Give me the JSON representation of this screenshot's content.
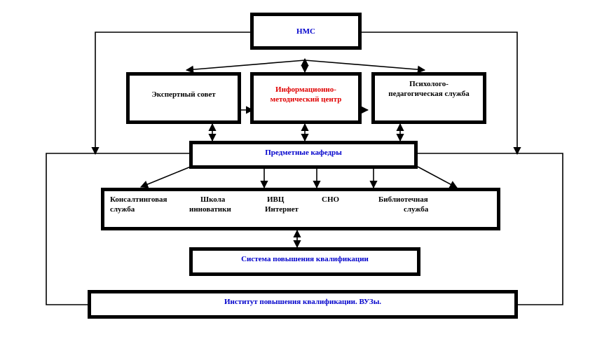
{
  "nodes": {
    "nms": "НМС",
    "expert_council": "Экспертный совет",
    "info_center_line1": "Информационно-",
    "info_center_line2": "методический центр",
    "psych_line1": "Психолого-",
    "psych_line2": "педагогическая служба",
    "departments": "Предметные кафедры",
    "services": {
      "consulting_line1": "Консалтинговая",
      "consulting_line2": "служба",
      "school_line1": "Школа",
      "school_line2": "инноватики",
      "ivc_line1": "ИВЦ",
      "ivc_line2": "Интернет",
      "sno": "СНО",
      "library_line1": "Библиотечная",
      "library_line2": "служба"
    },
    "qualification_system": "Система повышения квалификации",
    "institute": "Институт повышения квалификации. ВУЗы."
  },
  "colors": {
    "blue_text": "#0000cc",
    "red_text": "#e00000",
    "border": "#000000"
  }
}
